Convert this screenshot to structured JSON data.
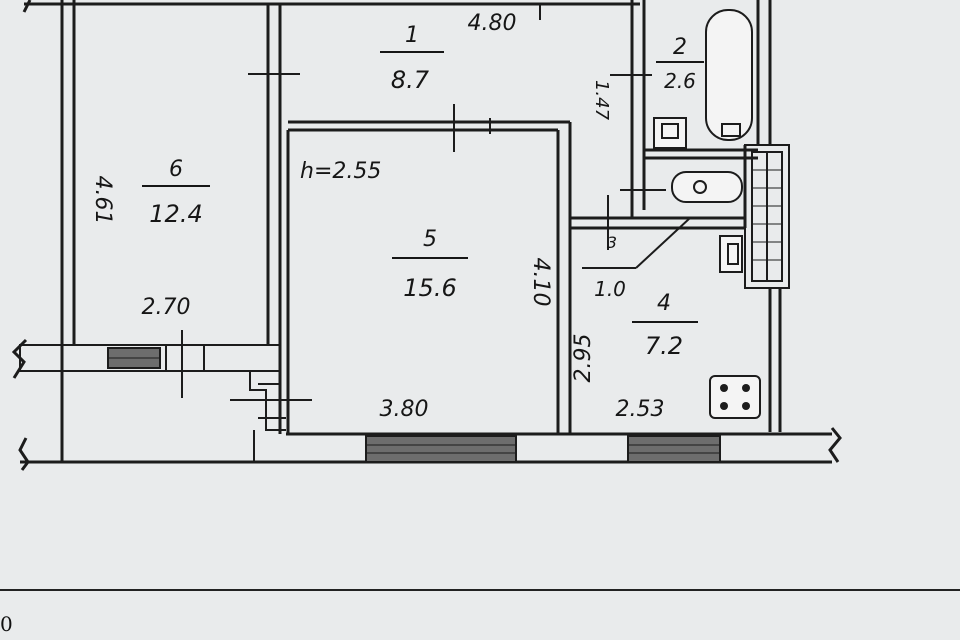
{
  "plan": {
    "ceiling_height": "h=2.55",
    "rooms": [
      {
        "id": "room-1",
        "number": "1",
        "area": "8.7"
      },
      {
        "id": "room-2",
        "number": "2",
        "area": "2.6"
      },
      {
        "id": "room-3",
        "number": "3",
        "area": "1.0"
      },
      {
        "id": "room-4",
        "number": "4",
        "area": "7.2"
      },
      {
        "id": "room-5",
        "number": "5",
        "area": "15.6"
      },
      {
        "id": "room-6",
        "number": "6",
        "area": "12.4"
      }
    ],
    "dimensions": {
      "top_length": "4.80",
      "room6_height": "4.61",
      "balcony_width": "2.70",
      "room5_width": "3.80",
      "room5_depth": "4.10",
      "kitchen_width": "2.53",
      "kitchen_depth": "2.95",
      "bath_dim": "1.47"
    }
  },
  "footer": {
    "text": "0"
  }
}
